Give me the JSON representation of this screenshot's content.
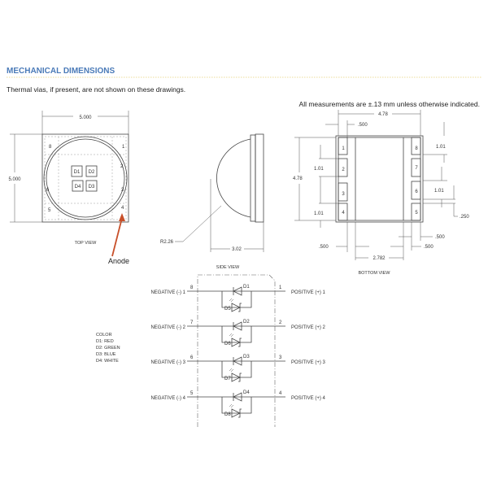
{
  "section": {
    "title": "MECHANICAL DIMENSIONS",
    "note": "Thermal vias, if present, are not shown on these drawings.",
    "tolerance": "All measurements are ±.13 mm unless otherwise indicated.",
    "title_color": "#4a7ab8",
    "rule_color": "#e8d27a"
  },
  "top_view": {
    "label": "TOP VIEW",
    "width_dim": "5.000",
    "height_dim": "5.000",
    "dies": [
      "D1",
      "D2",
      "D4",
      "D3"
    ],
    "pins": [
      "8",
      "1",
      "2",
      "3",
      "6",
      "5",
      "4"
    ],
    "anode_label": "Anode",
    "anode_color": "#c8502a"
  },
  "side_view": {
    "label": "SIDE VIEW",
    "radius": "R2.26",
    "height_dim": "3.02"
  },
  "bottom_view": {
    "label": "BOTTOM VIEW",
    "width_dim": "4.78",
    "height_dim": "4.78",
    "pad_offset": ".500",
    "pads_left": [
      "1",
      "2",
      "3",
      "4"
    ],
    "pads_right": [
      "8",
      "7",
      "6",
      "5"
    ],
    "pitch_left_1": "1.01",
    "pitch_left_2": "1.01",
    "pitch_right_1": "1.01",
    "pitch_right_2": "1.01",
    "gap": ".250",
    "right_margin": ".500",
    "left_pad_width": ".500",
    "right_pad_width": ".500",
    "center_width": "2.782"
  },
  "schematic": {
    "rows": [
      {
        "neg": "NEGATIVE (-) 1",
        "neg_pin": "8",
        "pos": "POSITIVE (+) 1",
        "pos_pin": "1",
        "diode": "D1",
        "protect": "D5"
      },
      {
        "neg": "NEGATIVE (-) 2",
        "neg_pin": "7",
        "pos": "POSITIVE (+) 2",
        "pos_pin": "2",
        "diode": "D2",
        "protect": "D6"
      },
      {
        "neg": "NEGATIVE (-) 3",
        "neg_pin": "6",
        "pos": "POSITIVE (+) 3",
        "pos_pin": "3",
        "diode": "D3",
        "protect": "D7"
      },
      {
        "neg": "NEGATIVE (-) 4",
        "neg_pin": "5",
        "pos": "POSITIVE (+) 4",
        "pos_pin": "4",
        "diode": "D4",
        "protect": "D8"
      }
    ],
    "legend": [
      "COLOR",
      "D1: RED",
      "D2: GREEN",
      "D3: BLUE",
      "D4: WHITE"
    ]
  }
}
